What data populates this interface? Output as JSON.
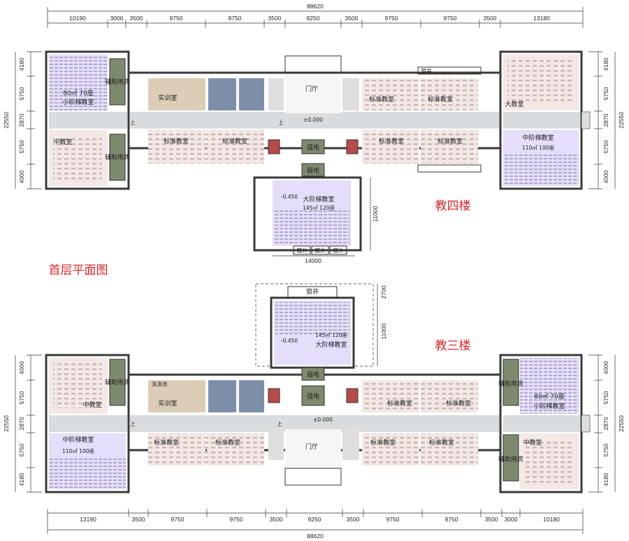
{
  "drawing": {
    "title": "首层平面图",
    "buildings": [
      {
        "name": "教四楼",
        "top_dims": [
          "10190",
          "3000",
          "3500",
          "9750",
          "9750",
          "3500",
          "9250",
          "3500",
          "9750",
          "9750",
          "3500",
          "13180"
        ],
        "total": "88620",
        "left_dims": [
          "4180",
          "5750",
          "2870",
          "5750",
          "4000"
        ],
        "right_dims": [
          "4180",
          "5750",
          "2870",
          "5750",
          "4000"
        ],
        "side_total": "22550",
        "wing_dims": [
          "11000",
          "14000"
        ],
        "rooms": {
          "small_lecture": "小阶梯教室",
          "small_lecture_area": "80㎡  70座",
          "aux": "辅助用房",
          "medium": "中教室",
          "lab": "实训室",
          "std": "标准教室",
          "lobby": "门厅",
          "level0": "±0.000",
          "strong": "强电",
          "weak": "弱电",
          "big_room": "大教室",
          "medium_lecture": "中阶梯教室",
          "medium_lecture_area": "110㎡  100座",
          "big_lecture": "大阶梯教室",
          "big_lecture_area": "145㎡  120座",
          "level_low": "-0.450",
          "window_well": "窗井",
          "up": "上"
        }
      },
      {
        "name": "教三楼",
        "bottom_dims": [
          "13190",
          "3500",
          "9750",
          "9750",
          "3500",
          "9250",
          "3500",
          "9750",
          "9750",
          "3500",
          "3000",
          "10180"
        ],
        "total": "88620",
        "left_dims": [
          "4000",
          "5750",
          "2870",
          "5750",
          "4180"
        ],
        "right_dims": [
          "4000",
          "5750",
          "2870",
          "5750",
          "4180"
        ],
        "side_total": "22550",
        "wing_dims": [
          "2700",
          "11000"
        ],
        "rooms": {
          "medium": "中教室",
          "aux": "辅助用房",
          "lab": "实训室",
          "wash": "洗涤池",
          "std": "标准教室",
          "medium_lecture": "中阶梯教室",
          "medium_lecture_area": "110㎡  100座",
          "lobby": "门厅",
          "level0": "±0.000",
          "small_lecture": "小阶梯教室",
          "small_lecture_area": "80㎡  70座",
          "big_lecture": "大阶梯教室",
          "big_lecture_area": "145㎡  120座",
          "level_low": "-0.450",
          "window_well": "窗井",
          "strong": "强电",
          "weak": "弱电",
          "up": "上"
        }
      }
    ]
  },
  "colors": {
    "wall": "#3a3a3a",
    "corridor": "#d9dcde",
    "std_room": "#f4e8e6",
    "lab_room": "#dccdb6",
    "lecture": "#e4defa",
    "aux": "#7d8a6e",
    "toilet": "#7d8fa8",
    "elevator": "#b84a4a",
    "red": "#d8282a"
  }
}
